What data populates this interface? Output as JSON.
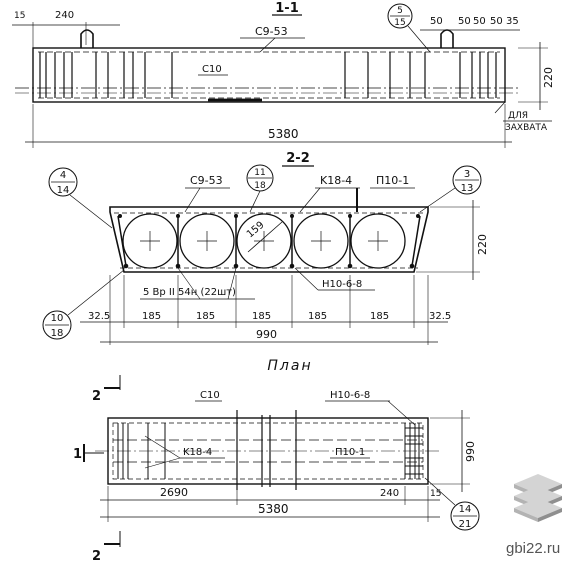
{
  "section_1": {
    "title": "1-1",
    "dims_top": [
      "15",
      "240"
    ],
    "dims_top_right": [
      "50",
      "50",
      "50",
      "50",
      "35"
    ],
    "callout_5_15": [
      "5",
      "15"
    ],
    "label_c9_53": "C9-53",
    "label_c10": "C10",
    "height": "220",
    "length": "5380",
    "grip_note": [
      "ДЛЯ",
      "ЗАХВАТА"
    ]
  },
  "section_2": {
    "title": "2-2",
    "label_c9_53": "C9-53",
    "label_k18_4": "K18-4",
    "label_p10_1": "П10-1",
    "label_n10_6_8": "H10-6-8",
    "rebar_note": "5 Вр II 54н (22шт)",
    "hole_diameter": "159",
    "height": "220",
    "spacings": [
      "32.5",
      "185",
      "185",
      "185",
      "185",
      "185",
      "32.5"
    ],
    "width": "990",
    "callouts": {
      "c4_14": [
        "4",
        "14"
      ],
      "c11_18": [
        "11",
        "18"
      ],
      "c3_13": [
        "3",
        "13"
      ],
      "c10_18": [
        "10",
        "18"
      ]
    }
  },
  "plan": {
    "title": "План",
    "label_c10": "C10",
    "label_n10_6_8": "H10-6-8",
    "label_k18_4": "K18-4",
    "label_p10_1": "П10-1",
    "width": "990",
    "dim_2690": "2690",
    "dim_240": "240",
    "dim_15": "15",
    "length": "5380",
    "callout_14_21": [
      "14",
      "21"
    ],
    "section_mark_1": "1",
    "section_mark_2": "2"
  },
  "watermark": {
    "text": "gbi22.ru",
    "colors": {
      "face_top": "#d4d4d4",
      "face_left": "#b3b3b3",
      "face_right": "#8f8f8f"
    }
  }
}
